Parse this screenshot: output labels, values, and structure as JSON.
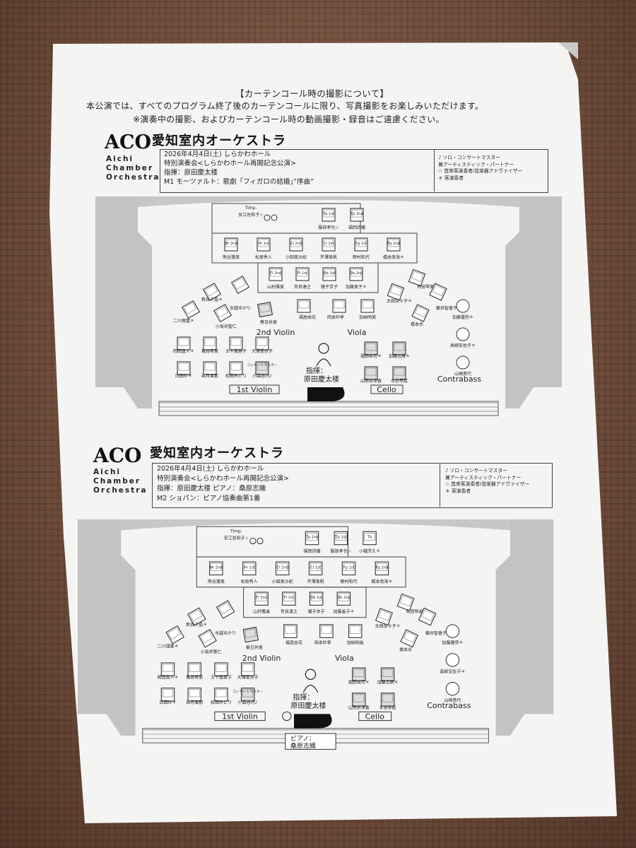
{
  "notice": {
    "title": "【カーテンコール時の撮影について】",
    "line1": "本公演では、すべてのプログラム終了後のカーテンコールに限り、写真撮影をお楽しみいただけます。",
    "line2": "※演奏中の撮影、およびカーテンコール時の動画撮影・録音はご遠慮ください。"
  },
  "charts": [
    {
      "logo": "ACO",
      "logo_sub": [
        "Aichi",
        "Chamber",
        "Orchestra"
      ],
      "org": "愛知室内オーケストラ",
      "date": "2026年4月4日(土)  しらかわホール",
      "concert": "特別演奏会<しらかわホール再開記念公演>",
      "conductor": "指揮：原田慶太楼",
      "program": "M1  モーツァルト：歌劇「フィガロの結婚」”序曲”",
      "legend": [
        "♪  ソロ・コンサートマスター",
        "    兼アーティスティック・パートナー",
        "☆  首席客演奏者/弦楽器アドヴァイザー",
        "＊  客演奏者"
      ],
      "timp_label": "Timp.",
      "timp_player": "安江佐和子☆",
      "brass": [
        {
          "part": "Tp 1st",
          "name": "服部孝也☆"
        },
        {
          "part": "Tp 2nd",
          "name": "福岡詩織"
        }
      ],
      "winds_row2": [
        {
          "part": "Hr 2nd",
          "name": "熊谷蓮美"
        },
        {
          "part": "Hr 1st",
          "name": "松原秀人"
        },
        {
          "part": "Cl 2nd",
          "name": "小田美沙紀"
        },
        {
          "part": "Cl 1st",
          "name": "芹澤美帆"
        },
        {
          "part": "Fg 1st",
          "name": "野村和代"
        },
        {
          "part": "Fg 2nd",
          "name": "橋本南海＊"
        }
      ],
      "winds_row1": [
        {
          "part": "Fl 2nd",
          "name": "山村雅美"
        },
        {
          "part": "Fl 1st",
          "name": "世良達之"
        },
        {
          "part": "Ob 1st",
          "name": "猪子京子"
        },
        {
          "part": "Ob 2nd",
          "name": "加藤美子＊"
        }
      ],
      "second_violin": [
        "新井千晶＊",
        "水越ゆかり",
        "二川理嘉＊",
        "小坂井聖仁",
        "春日井恵",
        "福居由花"
      ],
      "viola": [
        "岡本紗季",
        "加納明美",
        "太田奈々子＊",
        "有田琴美＊",
        "藤井智香子＊",
        "橋本歩"
      ],
      "first_violin": [
        "岡田直人＊",
        "亀谷希恵",
        "五十嵐景子",
        "大澤愛衣子",
        "臼田紗＊",
        "岩月果那",
        "松田みどり",
        "小森谷巧♪"
      ],
      "concertmaster_tag": "コンサートマスター",
      "cello": [
        "堀田祐司＊",
        "加藤志麻＊",
        "山際奈津香",
        "水谷幸絵"
      ],
      "contrabass": [
        "加藤優弥＊",
        "高柳安佐子＊",
        "山崎貴代"
      ],
      "label_2nd": "2nd Violin",
      "label_viola": "Viola",
      "label_1st": "1st Violin",
      "label_cello": "Cello",
      "label_cb": "Contrabass",
      "cond_label": "指揮：",
      "cond_name": "原田慶太楼"
    },
    {
      "logo": "ACO",
      "logo_sub": [
        "Aichi",
        "Chamber",
        "Orchestra"
      ],
      "org": "愛知室内オーケストラ",
      "date": "2026年4月4日(土)  しらかわホール",
      "concert": "特別演奏会<しらかわホール再開記念公演>",
      "conductor": "指揮：原田慶太楼  ピアノ：桑原志織",
      "program": "M2  ショパン：ピアノ協奏曲第1番",
      "legend": [
        "♪  ソロ・コンサートマスター",
        "    兼アーティスティック・パートナー",
        "☆  首席客演奏者/弦楽器アドヴァイザー",
        "＊  客演奏者"
      ],
      "timp_label": "Timp.",
      "timp_player": "安江佐和子☆",
      "brass": [
        {
          "part": "Tp 2nd",
          "name": "福岡詩織"
        },
        {
          "part": "Tp 1st",
          "name": "服部孝也☆"
        },
        {
          "part": "Tb",
          "name": "小幡芳久＊"
        }
      ],
      "winds_row2": [
        {
          "part": "Hr 2nd",
          "name": "熊谷蓮美"
        },
        {
          "part": "Hr 1st",
          "name": "松原秀人"
        },
        {
          "part": "Cl 2nd",
          "name": "小田美沙紀"
        },
        {
          "part": "Cl 1st",
          "name": "芹澤美帆"
        },
        {
          "part": "Fg 1st",
          "name": "野村和代"
        },
        {
          "part": "Fg 2nd",
          "name": "橋本南海＊"
        }
      ],
      "winds_row1": [
        {
          "part": "Fl 2nd",
          "name": "山村雅美"
        },
        {
          "part": "Fl 1st",
          "name": "世良達之"
        },
        {
          "part": "Ob 1st",
          "name": "猪子京子"
        },
        {
          "part": "Ob 2nd",
          "name": "加藤美子＊"
        }
      ],
      "second_violin": [
        "新井千晶＊",
        "水越ゆかり",
        "二川理嘉＊",
        "小坂井聖仁",
        "春日井恵",
        "福居由花"
      ],
      "viola": [
        "岡本紗季",
        "加納明美",
        "太田奈々子＊",
        "有田琴美＊",
        "藤井智香子＊",
        "橋本歩"
      ],
      "first_violin": [
        "岡田直人＊",
        "亀谷希恵",
        "五十嵐景子",
        "大澤愛衣子",
        "臼田紗＊",
        "岩月果那",
        "松田みどり",
        "小森谷巧♪"
      ],
      "concertmaster_tag": "コンサートマスター",
      "cello": [
        "堀田祐司＊",
        "加藤志麻＊",
        "山際奈津香",
        "水谷幸絵"
      ],
      "contrabass": [
        "加藤優弥＊",
        "高柳安佐子＊",
        "山崎貴代"
      ],
      "label_2nd": "2nd Violin",
      "label_viola": "Viola",
      "label_1st": "1st Violin",
      "label_cello": "Cello",
      "label_cb": "Contrabass",
      "cond_label": "指揮：",
      "cond_name": "原田慶太楼",
      "piano_label": "ピアノ：",
      "piano_name": "桑原志織"
    }
  ]
}
